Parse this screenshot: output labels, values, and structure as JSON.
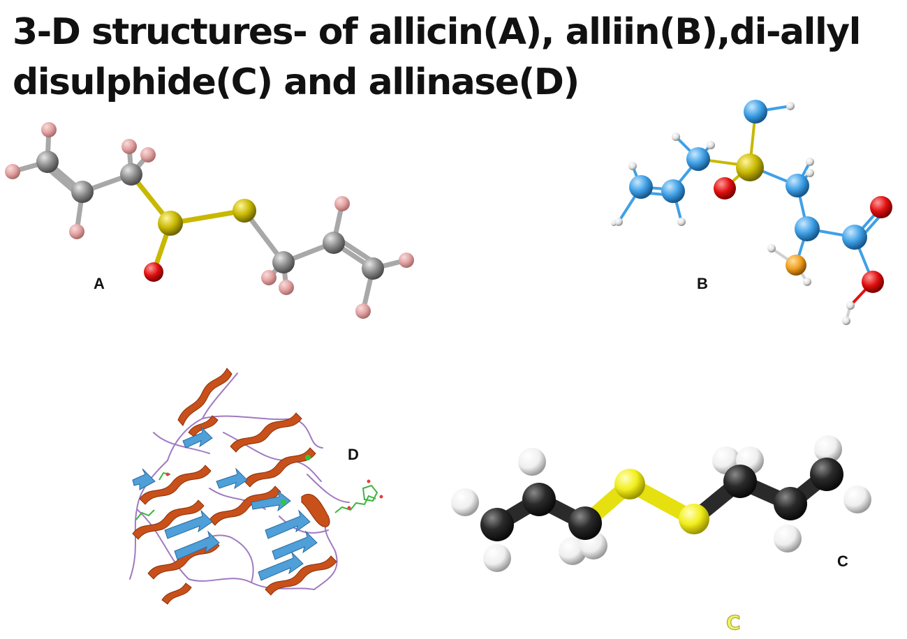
{
  "title": {
    "line1": "3-D structures- of allicin(A), alliin(B),di-allyl",
    "line2": "disulphide(C) and allinase(D)"
  },
  "labels": {
    "a": "A",
    "b": "B",
    "c": "C",
    "d": "D",
    "c_faint": "C"
  },
  "colors": {
    "carbon_grey": "#8c8c8c",
    "hydrogen_pink": "#e3a3a3",
    "sulfur_olive": "#c8b800",
    "oxygen_red": "#e01010",
    "carbon_blue": "#3fa0e6",
    "nitrogen_orange": "#f0a020",
    "carbon_black": "#2a2a2a",
    "sulfur_yellow": "#f2ee1a",
    "hydrogen_white": "#f0f0f0",
    "helix_orange": "#c8501a",
    "sheet_blue": "#4f9fd8",
    "coil_purple": "#a07ac0",
    "ligand_green": "#3cb43c"
  }
}
